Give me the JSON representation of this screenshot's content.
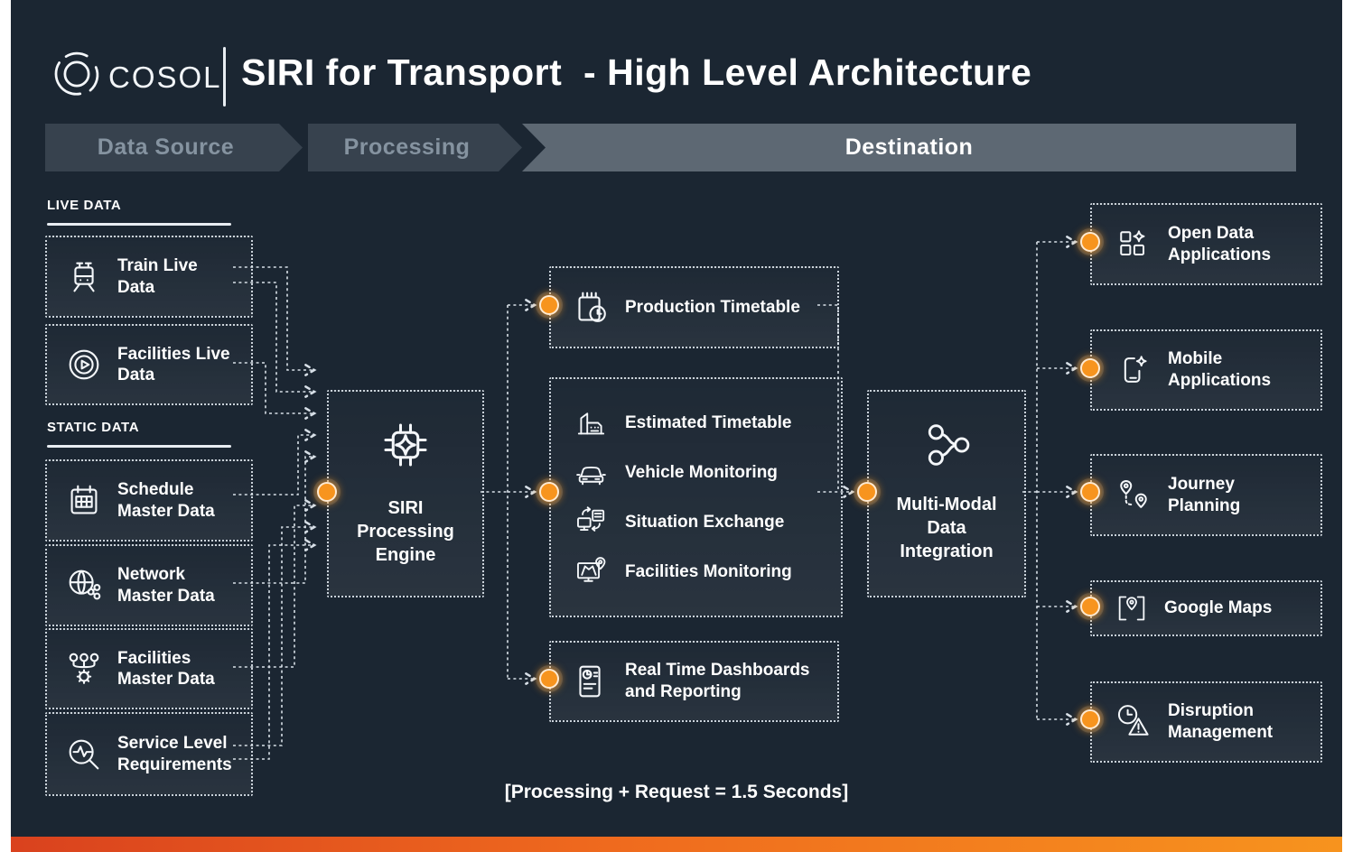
{
  "header": {
    "brand": "COSOL",
    "title": "SIRI for Transport  - High Level Architecture"
  },
  "stages": {
    "data_source": "Data Source",
    "processing": "Processing",
    "destination": "Destination"
  },
  "data_source": {
    "live_heading": "LIVE DATA",
    "live_items": [
      {
        "label": "Train Live Data",
        "icon": "train-icon"
      },
      {
        "label": "Facilities Live Data",
        "icon": "live-stream-icon"
      }
    ],
    "static_heading": "STATIC DATA",
    "static_items": [
      {
        "label": "Schedule Master Data",
        "icon": "calendar-icon"
      },
      {
        "label": "Network Master Data",
        "icon": "globe-network-icon"
      },
      {
        "label": "Facilities Master Data",
        "icon": "facilities-gear-icon"
      },
      {
        "label": "Service Level Requirements",
        "icon": "magnifier-pulse-icon"
      }
    ]
  },
  "processing": {
    "engine": {
      "label": "SIRI Processing Engine",
      "icon": "chip-icon"
    }
  },
  "outputs": {
    "production_timetable": {
      "label": "Production Timetable",
      "icon": "calendar-clock-icon"
    },
    "services": [
      {
        "label": "Estimated Timetable",
        "icon": "station-icon"
      },
      {
        "label": "Vehicle Monitoring",
        "icon": "car-icon"
      },
      {
        "label": "Situation Exchange",
        "icon": "exchange-icon"
      },
      {
        "label": "Facilities Monitoring",
        "icon": "map-monitor-icon"
      }
    ],
    "dashboards": {
      "label": "Real Time Dashboards and Reporting",
      "icon": "report-icon"
    }
  },
  "integration": {
    "label": "Multi-Modal Data Integration",
    "icon": "nodes-icon"
  },
  "destinations": [
    {
      "label": "Open Data Applications",
      "icon": "open-data-icon"
    },
    {
      "label": "Mobile Applications",
      "icon": "mobile-sparkle-icon"
    },
    {
      "label": "Journey Planning",
      "icon": "journey-pins-icon"
    },
    {
      "label": "Google Maps",
      "icon": "map-pin-icon"
    },
    {
      "label": "Disruption Management",
      "icon": "clock-warning-icon"
    }
  ],
  "footer": {
    "note": "[Processing + Request = 1.5 Seconds]"
  },
  "colors": {
    "background": "#1b2632",
    "accent_orange": "#f7941e",
    "band_dark": "#37424e",
    "band_dark_text": "#8593a0",
    "band_light": "#5d6873",
    "bottom_bar_start": "#d9411e",
    "bottom_bar_end": "#f7941e",
    "wire": "#d7dfe7"
  }
}
